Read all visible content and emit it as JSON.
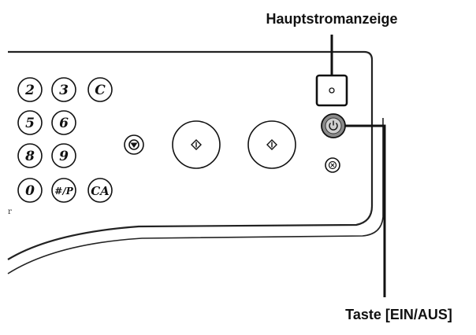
{
  "labels": {
    "main_power_indicator": "Hauptstromanzeige",
    "power_key": "Taste [EIN/AUS]"
  },
  "keypad": {
    "row1": [
      "2",
      "3",
      "C"
    ],
    "row2": [
      "5",
      "6"
    ],
    "row3": [
      "8",
      "9"
    ],
    "row4": [
      "0",
      "#/P",
      "CA"
    ]
  },
  "stray_mark": "r",
  "colors": {
    "ink": "#111111",
    "panel_line": "#222222",
    "power_key_fill": "#8a8a8a",
    "power_key_inner": "#cfcfcf"
  },
  "icons": {
    "stop_key": "stop-icon",
    "start_key_left": "start-diamond-icon",
    "start_key_right": "start-diamond-icon",
    "power_key": "power-icon",
    "energy_saver_key": "energy-saver-icon"
  }
}
